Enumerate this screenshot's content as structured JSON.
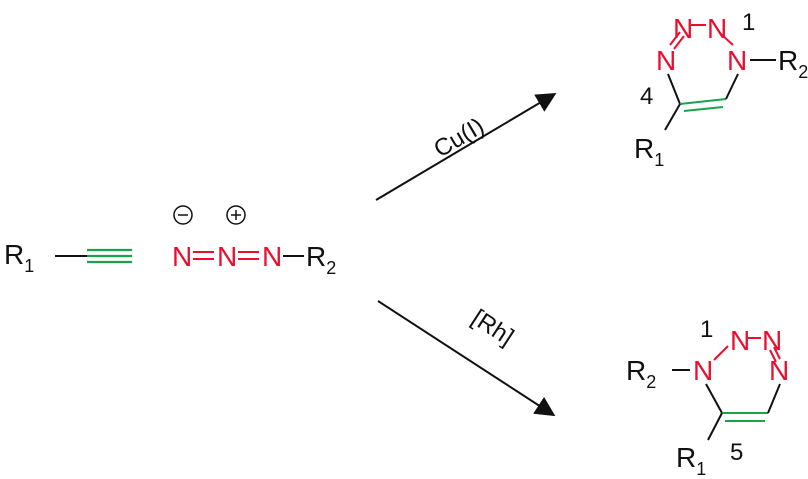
{
  "colors": {
    "black": "#111111",
    "nitrogen": "#e8102e",
    "alkyne": "#19a34a"
  },
  "reactants": {
    "alkyne": {
      "r_main": "R",
      "r_sub": "1"
    },
    "azide": {
      "n1": "N",
      "n2": "N",
      "n3": "N",
      "minus": "−",
      "plus": "+",
      "r_main": "R",
      "r_sub": "2"
    }
  },
  "arrows": {
    "top": {
      "label": "Cu(I)"
    },
    "bottom": {
      "label": "[Rh]"
    }
  },
  "products": {
    "top": {
      "n_top_left": "N",
      "n_top_right": "N",
      "n_right": "N",
      "locant_n": "1",
      "locant_c": "4",
      "r_right_main": "R",
      "r_right_sub": "2",
      "r_bottom_main": "R",
      "r_bottom_sub": "1"
    },
    "bottom": {
      "n_left": "N",
      "n_top_left": "N",
      "n_top_right": "N",
      "n_right": "N",
      "locant_n": "1",
      "locant_c": "5",
      "r_left_main": "R",
      "r_left_sub": "2",
      "r_bottom_main": "R",
      "r_bottom_sub": "1"
    }
  }
}
